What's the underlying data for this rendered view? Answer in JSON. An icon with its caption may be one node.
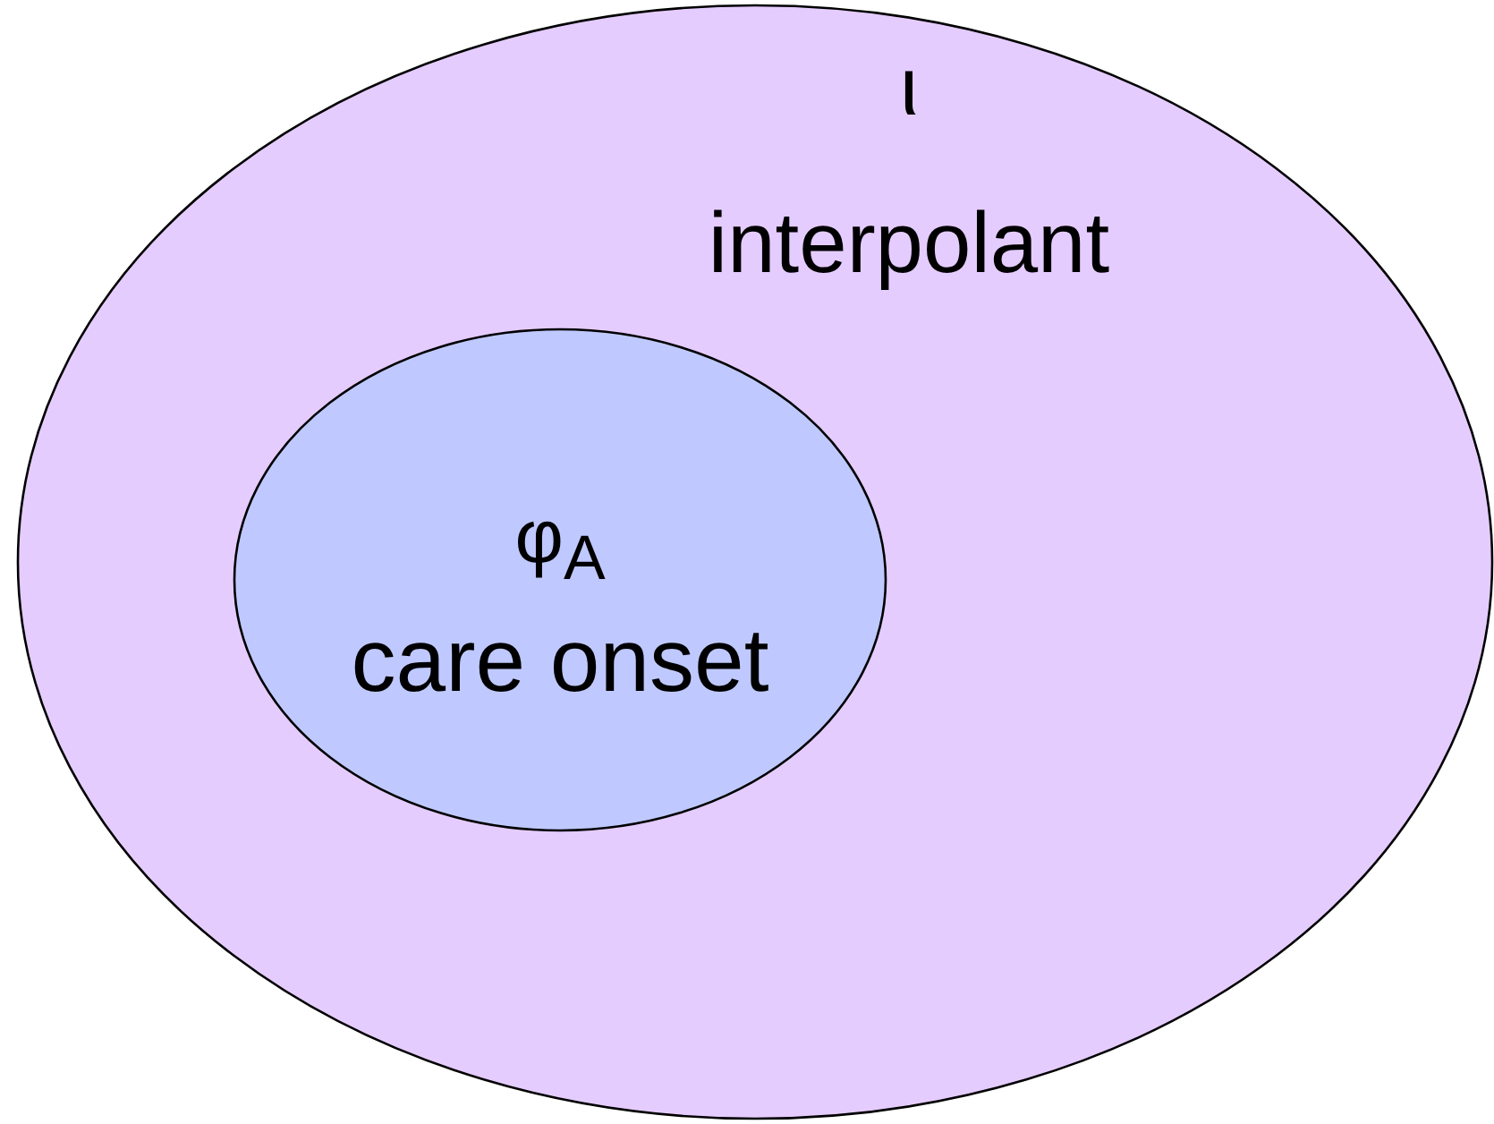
{
  "diagram": {
    "nodes": [
      {
        "text": [
          "ι",
          "interpolant"
        ]
      },
      {
        "text": [
          "φ$_{A}$",
          "care onset"
        ],
        "in": 0
      }
    ]
  }
}
